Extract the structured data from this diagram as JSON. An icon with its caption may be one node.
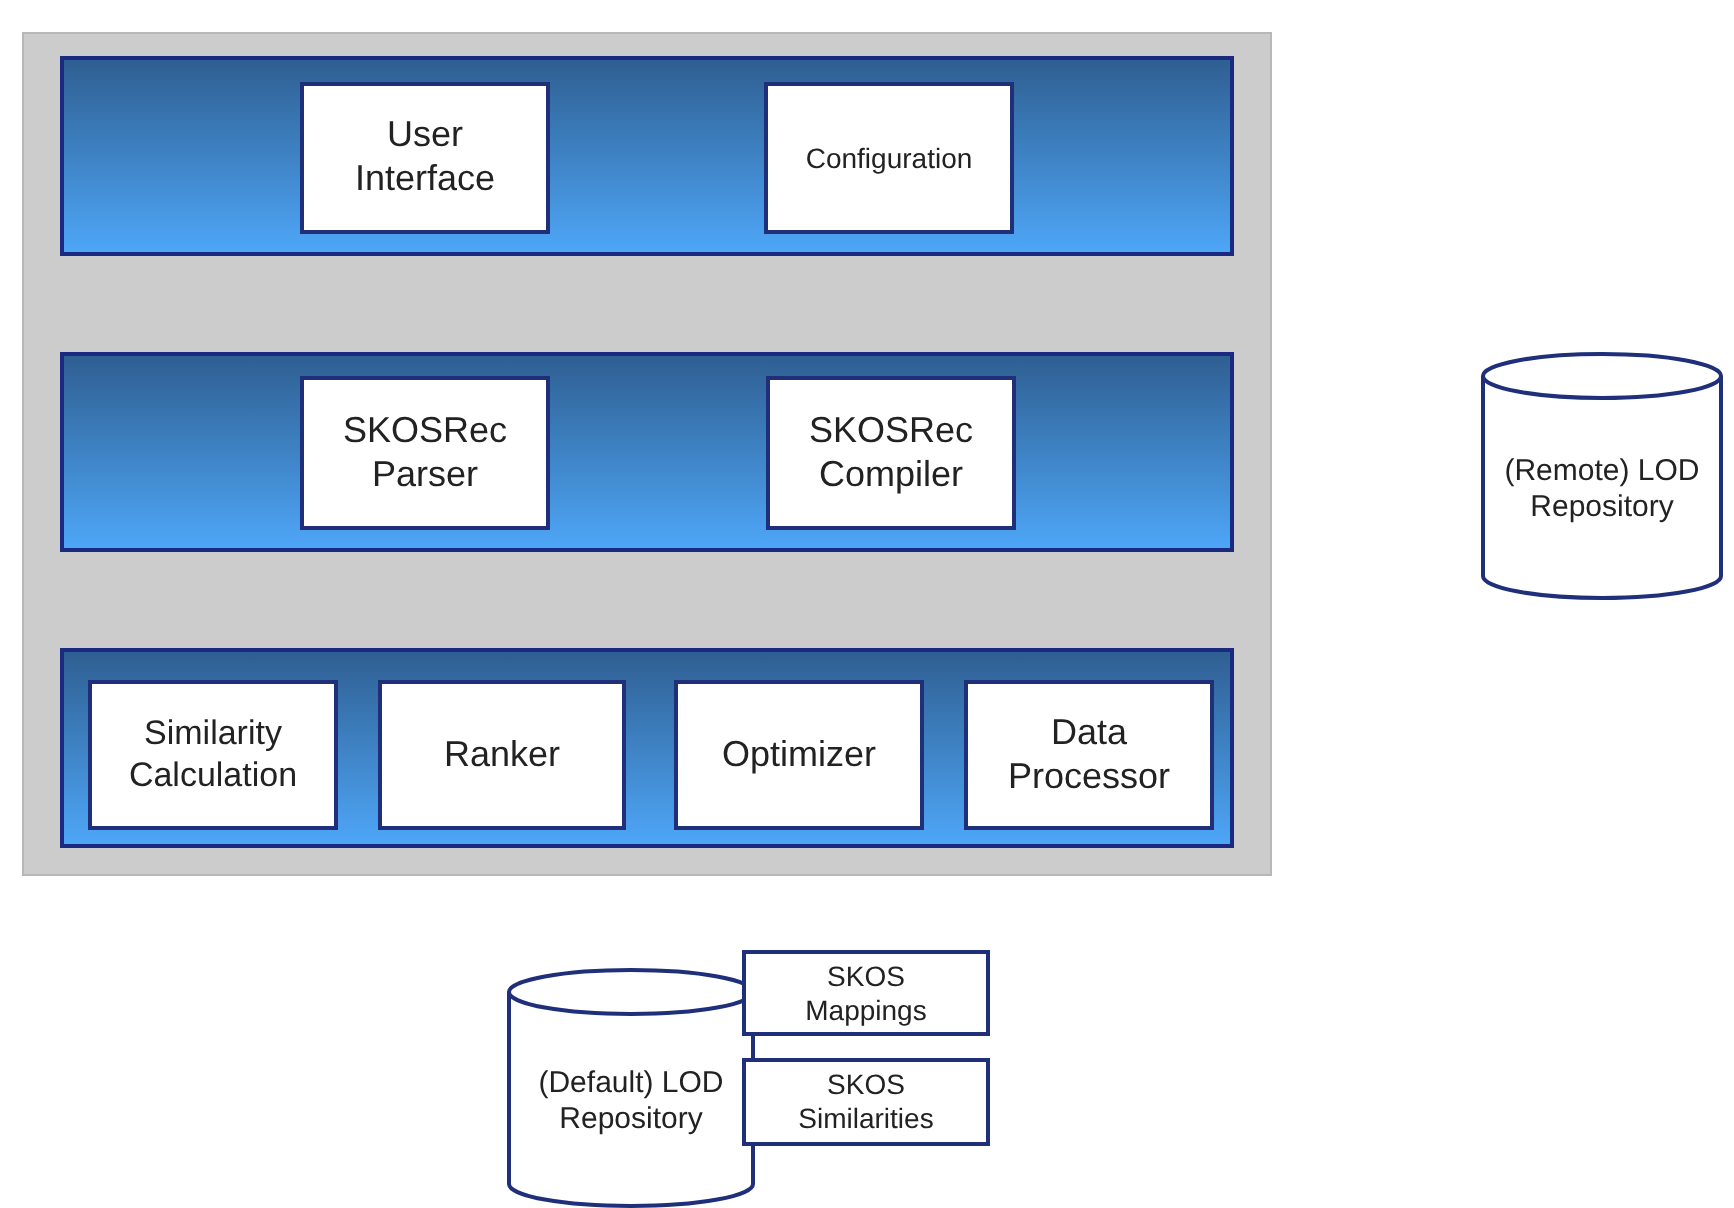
{
  "diagram": {
    "nodes": [
      {
        "text": [],
        "shape": "box"
      },
      {
        "text": [],
        "shape": "bar",
        "in": 0
      },
      {
        "text": [
          "User Interface"
        ],
        "in": 1
      },
      {
        "text": [
          "Configuration"
        ],
        "in": 1
      },
      {
        "text": [],
        "shape": "bar",
        "in": 0
      },
      {
        "text": [
          "SKOSRec Parser"
        ],
        "in": 4
      },
      {
        "text": [
          "SKOSRec Compiler"
        ],
        "in": 4
      },
      {
        "text": [],
        "shape": "bar",
        "in": 0
      },
      {
        "text": [
          "Similarity Calculation"
        ],
        "in": 7
      },
      {
        "text": [
          "Ranker"
        ],
        "in": 7
      },
      {
        "text": [
          "Optimizer"
        ],
        "in": 7
      },
      {
        "text": [
          "Data Processor"
        ],
        "in": 7
      },
      {
        "text": [
          "(Remote) LOD Repository"
        ]
      },
      {
        "text": [
          "(Default) LOD Repository"
        ]
      },
      {
        "text": [
          "SKOS Mappings"
        ]
      },
      {
        "text": [
          "SKOS Similarities"
        ]
      }
    ]
  }
}
